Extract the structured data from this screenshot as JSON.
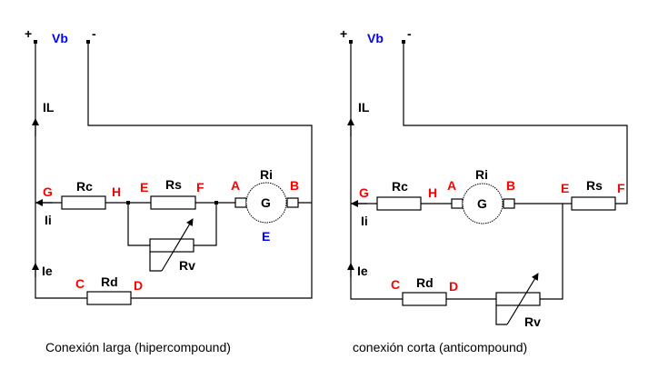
{
  "colors": {
    "node_label": "#ff0000",
    "voltage_label": "#0000ff",
    "wire": "#000000"
  },
  "left": {
    "caption": "Conexión larga (hipercompound)",
    "plus": "+",
    "minus": "-",
    "voltage": "Vb",
    "IL": "IL",
    "Ii": "Ii",
    "Ie": "Ie",
    "Rc": "Rc",
    "Rs": "Rs",
    "Rv": "Rv",
    "Rd": "Rd",
    "Ri": "Ri",
    "G": "G",
    "nodes": {
      "G": "G",
      "H": "H",
      "E1": "E",
      "F": "F",
      "A": "A",
      "B": "B",
      "E2": "E",
      "C": "C",
      "D": "D"
    }
  },
  "right": {
    "caption": "conexión corta (anticompound)",
    "plus": "+",
    "minus": "-",
    "voltage": "Vb",
    "IL": "IL",
    "Ii": "Ii",
    "Ie": "Ie",
    "Rc": "Rc",
    "Rs": "Rs",
    "Rv": "Rv",
    "Rd": "Rd",
    "Ri": "Ri",
    "G": "G",
    "nodes": {
      "G": "G",
      "H": "H",
      "A": "A",
      "B": "B",
      "E": "E",
      "F": "F",
      "C": "C",
      "D": "D"
    }
  }
}
